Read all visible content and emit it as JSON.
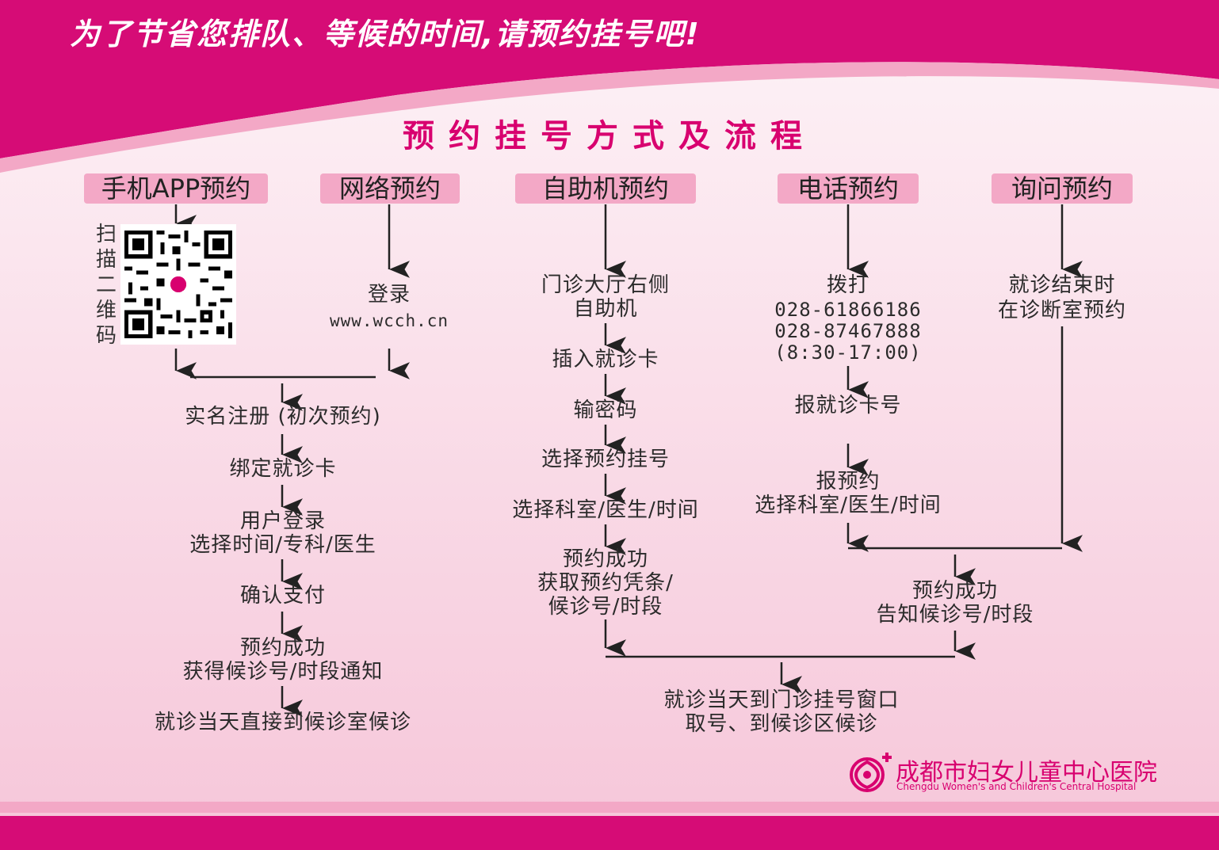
{
  "header": {
    "slogan": "为了节省您排队、等候的时间,请预约挂号吧!"
  },
  "title": "预约挂号方式及流程",
  "colors": {
    "accent": "#d8006f",
    "light_pink": "#f3a8c6",
    "background": "#fbe3ec"
  },
  "methods": {
    "app": "手机APP预约",
    "web": "网络预约",
    "kiosk": "自助机预约",
    "phone": "电话预约",
    "inquiry": "询问预约"
  },
  "app_flow": {
    "scan": "扫描二维码",
    "register": "实名注册 (初次预约)",
    "bind": "绑定就诊卡",
    "login": "用户登录",
    "select": "选择时间/专科/医生",
    "pay": "确认支付",
    "success": "预约成功",
    "notice": "获得候诊号/时段通知",
    "visit": "就诊当天直接到候诊室候诊"
  },
  "web_flow": {
    "login": "登录",
    "url": "www.wcch.cn"
  },
  "kiosk_flow": {
    "location_1": "门诊大厅右侧",
    "location_2": "自助机",
    "insert": "插入就诊卡",
    "password": "输密码",
    "choose": "选择预约挂号",
    "select": "选择科室/医生/时间",
    "success": "预约成功",
    "receipt": "获取预约凭条/",
    "queue": "候诊号/时段"
  },
  "phone_flow": {
    "dial": "拨打",
    "number_1": "028-61866186",
    "number_2": "028-87467888",
    "hours": "(8:30-17:00)",
    "card": "报就诊卡号",
    "book": "报预约",
    "select": "选择科室/医生/时间"
  },
  "inquiry_flow": {
    "line_1": "就诊结束时",
    "line_2": "在诊断室预约"
  },
  "merge_flow": {
    "success": "预约成功",
    "notify": "告知候诊号/时段"
  },
  "final_flow": {
    "line_1": "就诊当天到门诊挂号窗口",
    "line_2": "取号、到候诊区候诊"
  },
  "hospital": {
    "name_cn": "成都市妇女儿童中心医院",
    "name_en": "Chengdu Women's and Children's Central Hospital",
    "logo_icon": "flower-cross-logo-icon"
  }
}
